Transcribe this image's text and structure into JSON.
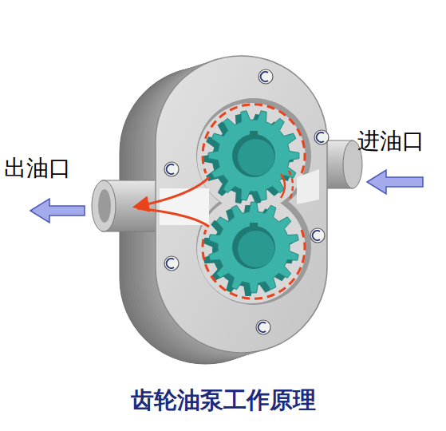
{
  "diagram": {
    "caption": "齿轮油泵工作原理",
    "labels": [
      "出油口",
      "进油口"
    ]
  }
}
